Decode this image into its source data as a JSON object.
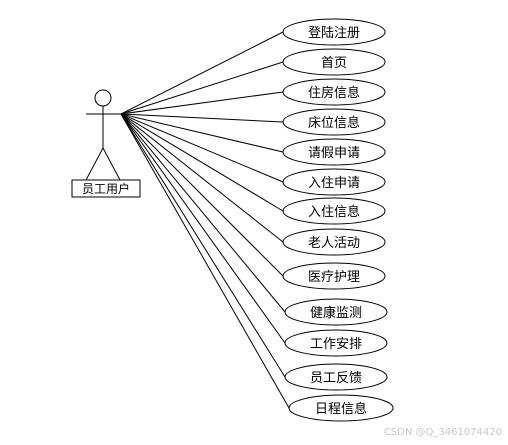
{
  "actor": {
    "label": "员工用户",
    "icon": "stick-figure-icon"
  },
  "use_cases": [
    {
      "id": "register-login",
      "label": "登陆注册"
    },
    {
      "id": "home",
      "label": "首页"
    },
    {
      "id": "housing-info",
      "label": "住房信息"
    },
    {
      "id": "bed-info",
      "label": "床位信息"
    },
    {
      "id": "leave-request",
      "label": "请假申请"
    },
    {
      "id": "checkin-request",
      "label": "入住申请"
    },
    {
      "id": "checkin-info",
      "label": "入住信息"
    },
    {
      "id": "elderly-activities",
      "label": "老人活动"
    },
    {
      "id": "medical-care",
      "label": "医疗护理"
    },
    {
      "id": "health-monitoring",
      "label": "健康监测"
    },
    {
      "id": "work-schedule",
      "label": "工作安排"
    },
    {
      "id": "staff-feedback",
      "label": "员工反馈"
    },
    {
      "id": "schedule-info",
      "label": "日程信息"
    }
  ],
  "watermark": "CSDN @Q_3461074420"
}
